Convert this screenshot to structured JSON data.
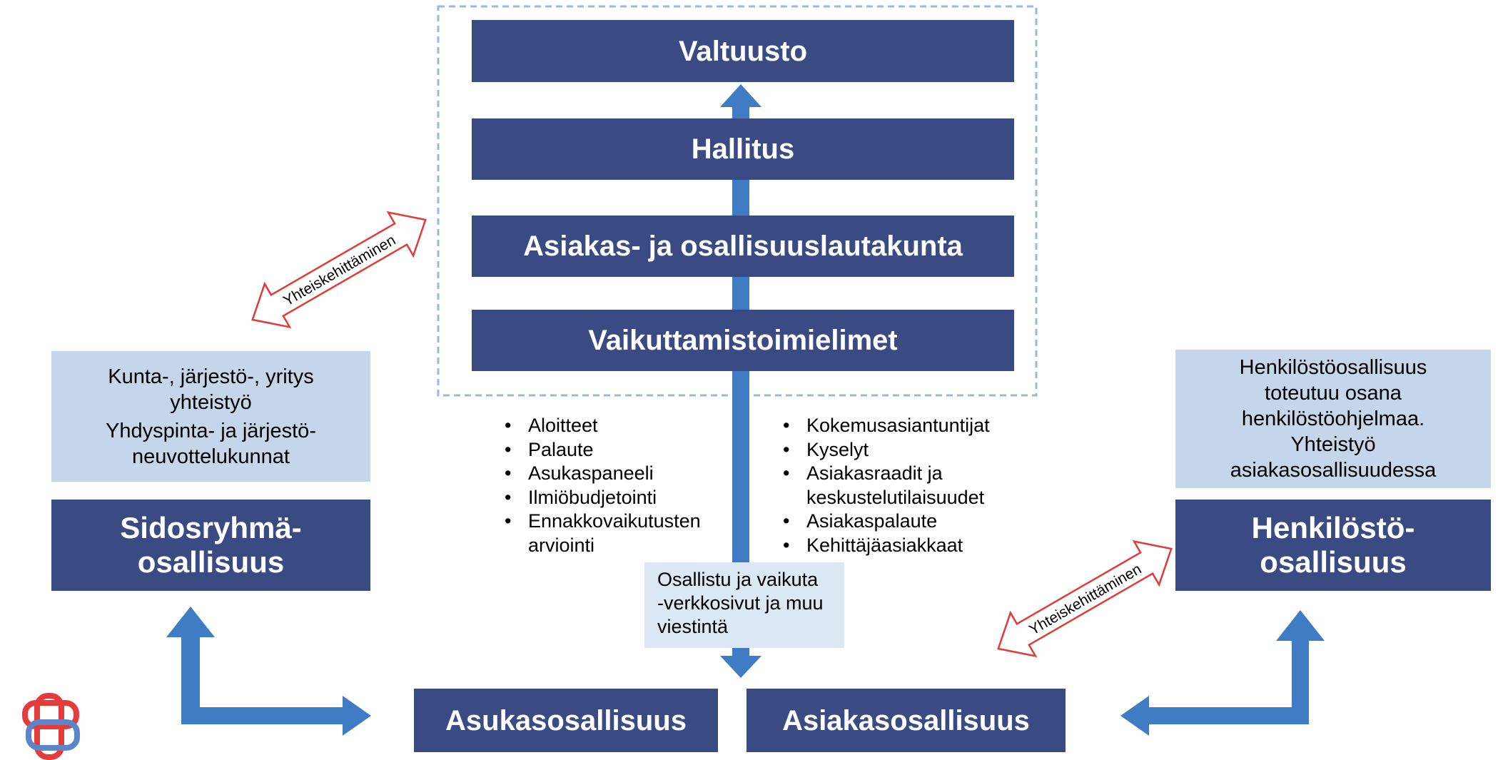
{
  "top": {
    "valtuusto": "Valtuusto",
    "hallitus": "Hallitus",
    "lautakunta": "Asiakas- ja osallisuuslautakunta",
    "toimielimet": "Vaikuttamistoimielimet"
  },
  "left": {
    "info_lines": [
      "Kunta-, järjestö-, yritys",
      "yhteistyö",
      "Yhdyspinta- ja järjestö-",
      "neuvottelukunnat"
    ],
    "title_lines": [
      "Sidosryhmä-",
      "osallisuus"
    ]
  },
  "right": {
    "info_lines": [
      "Henkilöstöosallisuus",
      "toteutuu osana",
      "henkilöstöohjelmaa.",
      "Yhteistyö",
      "asiakasosallisuudessa"
    ],
    "title_lines": [
      "Henkilöstö-",
      "osallisuus"
    ]
  },
  "bottom": {
    "asukas": "Asukasosallisuus",
    "asiakas": "Asiakasosallisuus"
  },
  "list_left": [
    "Aloitteet",
    "Palaute",
    "Asukaspaneeli",
    "Ilmiöbudjetointi",
    "Ennakkovaikutusten arviointi"
  ],
  "list_right": [
    "Kokemusasiantuntijat",
    "Kyselyt",
    "Asiakasraadit ja keskustelutilaisuudet",
    "Asiakaspalaute",
    "Kehittäjäasiakkaat"
  ],
  "portal_lines": [
    "Osallistu ja vaikuta",
    "-verkkosivut ja muu",
    "viestintä"
  ],
  "arrow_label_left": "Yhteiskehittäminen",
  "arrow_label_right": "Yhteiskehittäminen",
  "colors": {
    "dark_box": "#3a4b84",
    "light_box": "#c5d5ea",
    "arrow_blue": "#3f7cc4",
    "arrow_red": "#e03a3a",
    "dashed_border": "#9ab8dd"
  },
  "logo": {
    "name": "logo-icon"
  }
}
